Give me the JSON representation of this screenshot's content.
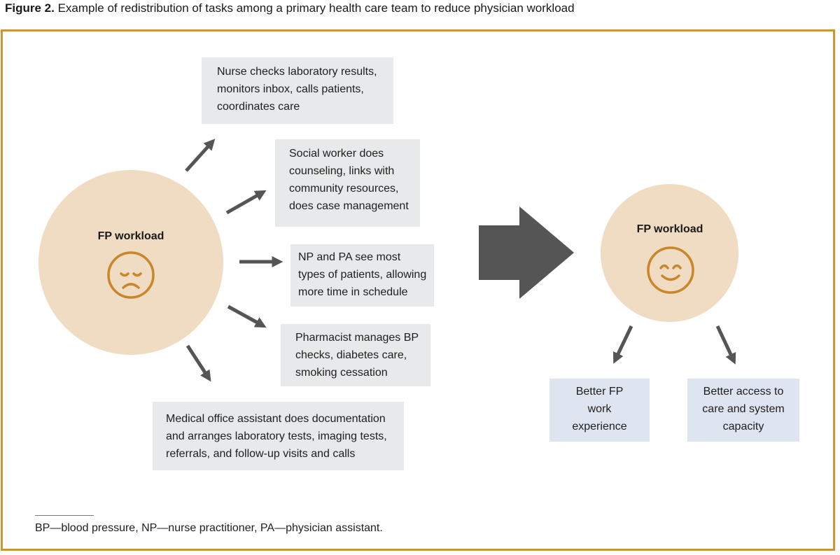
{
  "figure": {
    "label": "Figure 2.",
    "title": "Example of redistribution of tasks among a primary health care team to reduce physician workload"
  },
  "colors": {
    "frame": "#c9963f",
    "circle_fill": "#f0dcc3",
    "face_stroke": "#c9862a",
    "task_box": "#e8e9ea",
    "outcome_box": "#dfe4f1",
    "arrow": "#555555"
  },
  "before": {
    "label": "FP workload",
    "face": "sad-face-icon"
  },
  "tasks": [
    "Nurse checks laboratory results, monitors inbox, calls patients, coordinates care",
    "Social worker does counseling, links with community resources, does case management",
    "NP and PA see most types of patients, allowing more time in schedule",
    "Pharmacist manages BP checks, diabetes care, smoking cessation",
    "Medical office assistant does documentation and arranges laboratory tests, imaging tests, referrals, and follow-up visits and calls"
  ],
  "after": {
    "label": "FP workload",
    "face": "smiling-face-icon"
  },
  "outcomes": [
    "Better FP work experience",
    "Better access to care and system capacity"
  ],
  "footnote": "BP—blood pressure, NP—nurse practitioner, PA—physician assistant."
}
